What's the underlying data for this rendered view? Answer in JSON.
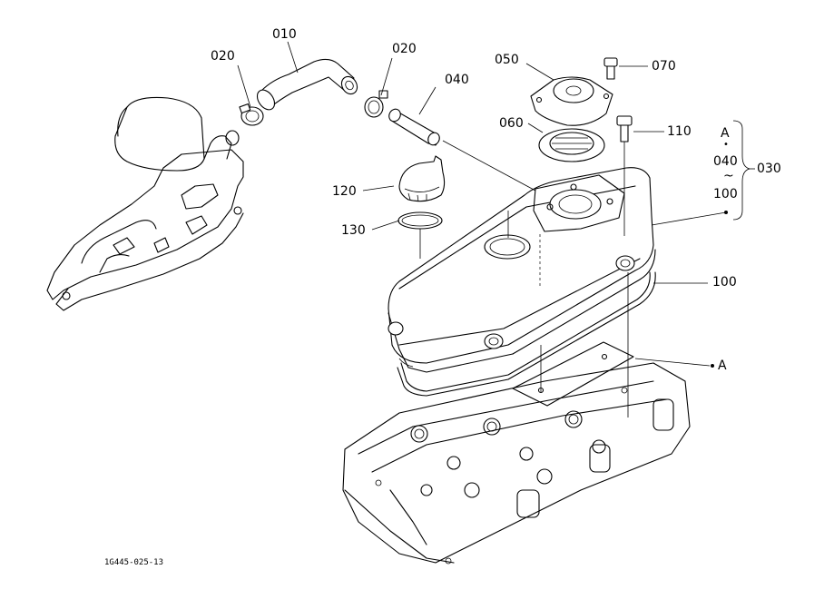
{
  "diagram": {
    "figure_code": "1G445-025-13",
    "labels": {
      "p010": "010",
      "p020_a": "020",
      "p020_b": "020",
      "p040": "040",
      "p050": "050",
      "p060": "060",
      "p070": "070",
      "p110": "110",
      "p120": "120",
      "p130": "130",
      "p100": "100",
      "a_ref": "A",
      "bracket_a": "A",
      "bracket_dot": "•",
      "bracket_040": "040",
      "bracket_tilde": "~",
      "bracket_100": "100",
      "p030": "030"
    }
  }
}
